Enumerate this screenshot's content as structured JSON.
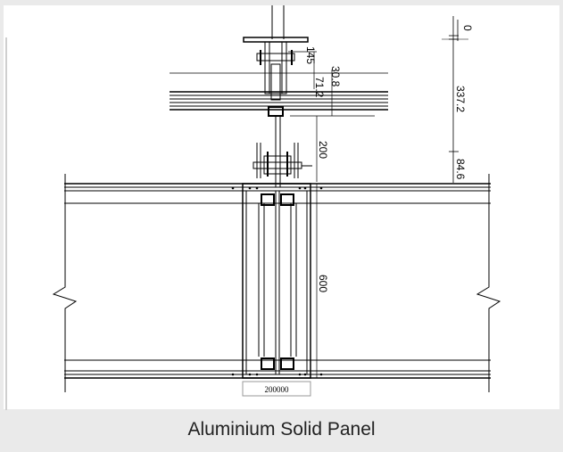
{
  "caption": "Aluminium Solid Panel",
  "dimensions": {
    "d0": "0",
    "d145": "145",
    "d308": "30.8",
    "d712": "71.2",
    "d3372": "337.2",
    "d200": "200",
    "d846": "84.6",
    "d600": "600",
    "width_tag": "200000"
  }
}
